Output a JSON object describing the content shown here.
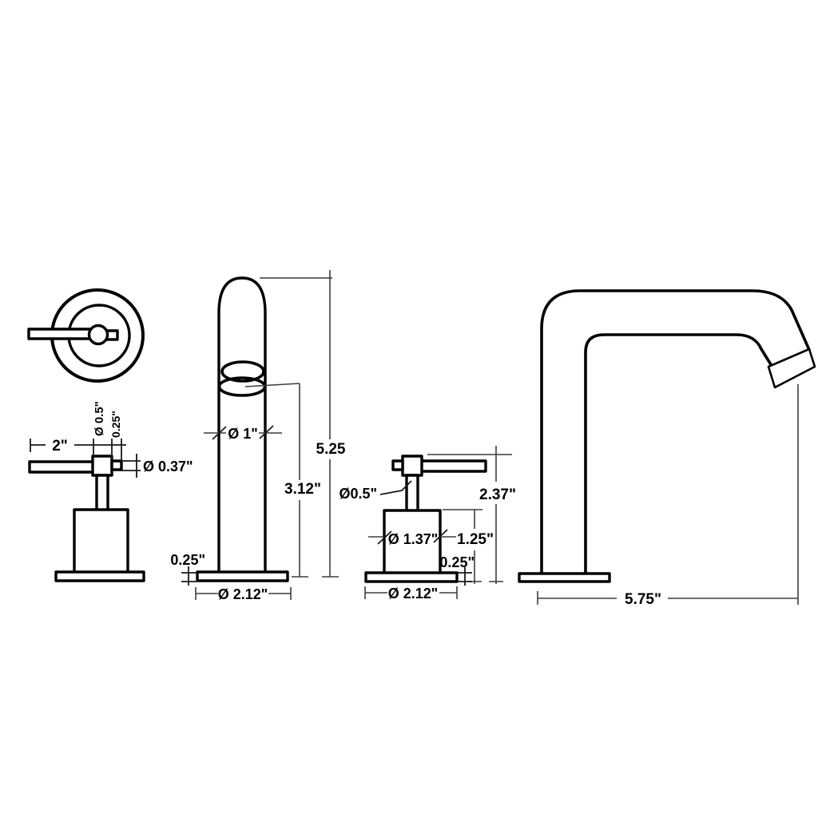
{
  "drawing": {
    "kind": "faucet-dimension-diagram",
    "background": "#ffffff",
    "ink_color": "#000000",
    "dim_line_color": "#3d3d3d",
    "views": {
      "handle_top_view": {
        "label": "handle-top-view"
      },
      "handle_side_view": {
        "lever_length": "2\"",
        "stem_diameter": "Ø 0.5\"",
        "stub_length": "0.25\"",
        "lever_diameter": "Ø 0.37\""
      },
      "spout_front_view": {
        "spout_diameter": "Ø 1\"",
        "overall_height": "5.25",
        "outlet_height": "3.12\"",
        "base_height": "0.25\"",
        "base_diameter": "Ø 2.12\""
      },
      "handle_front_view": {
        "stem_diameter": "Ø0.5\"",
        "overall_height": "2.37\"",
        "body_height": "1.25\"",
        "base_height": "0.25\"",
        "body_diameter": "Ø 1.37\"",
        "base_diameter": "Ø 2.12\""
      },
      "spout_side_view": {
        "reach": "5.75\""
      }
    }
  }
}
